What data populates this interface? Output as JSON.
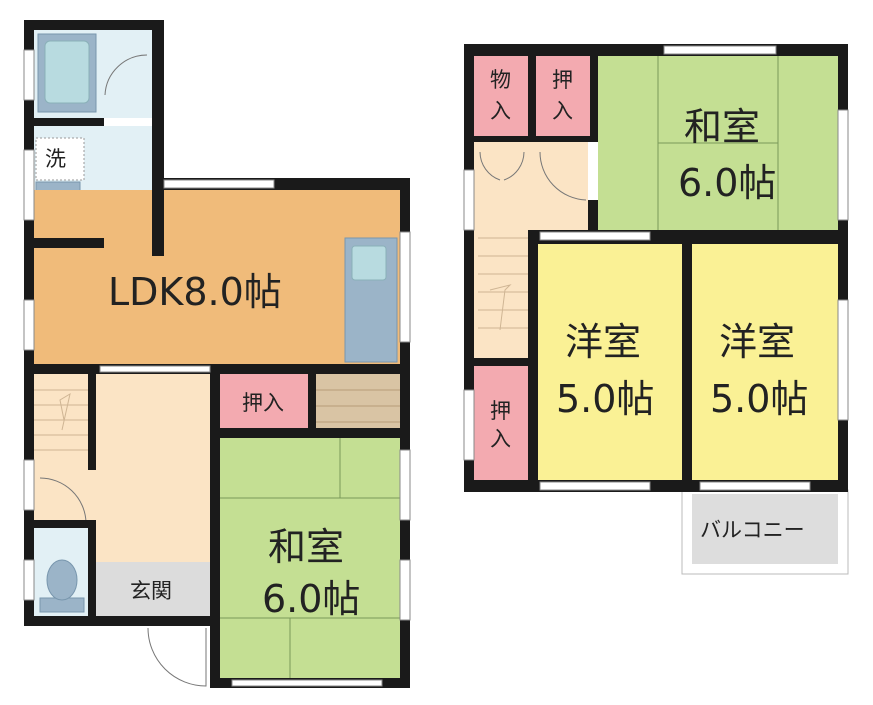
{
  "colors": {
    "ldk": "#f0bb7a",
    "washitsu": "#c4df93",
    "yoshitsu": "#faf195",
    "closet": "#f3aab0",
    "wet_area": "#e2f0f5",
    "hallway": "#fbe4c5",
    "entrance": "#dcdcdc",
    "stairs": "#d9c4a4",
    "balcony": "#dddddd"
  },
  "floor1": {
    "ldk": {
      "label": "LDK8.0帖"
    },
    "washitsu": {
      "label_top": "和室",
      "label_bottom": "6.0帖"
    },
    "closet": {
      "label": "押入"
    },
    "wash": {
      "label": "洗"
    },
    "entrance": {
      "label": "玄関"
    }
  },
  "floor2": {
    "washitsu": {
      "label_top": "和室",
      "label_bottom": "6.0帖"
    },
    "yoshitsu_left": {
      "label_top": "洋室",
      "label_bottom": "5.0帖"
    },
    "yoshitsu_right": {
      "label_top": "洋室",
      "label_bottom": "5.0帖"
    },
    "storage": {
      "char1": "物",
      "char2": "入"
    },
    "closet_top": {
      "char1": "押",
      "char2": "入"
    },
    "closet_side": {
      "char1": "押",
      "char2": "入"
    },
    "balcony": {
      "label": "バルコニー"
    }
  }
}
